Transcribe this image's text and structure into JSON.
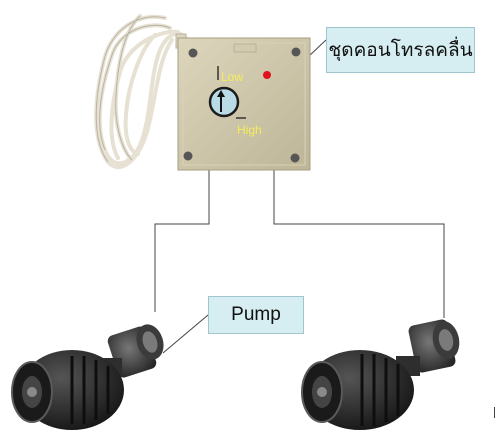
{
  "controller_callout": "ชุดคอนโทรลคลื่น",
  "pump_callout": "Pump",
  "panel": {
    "low_label": "Low",
    "high_label": "High"
  },
  "colors": {
    "callout_fill": "#d6eef1",
    "panel_body": "#cfc7aa",
    "panel_text": "#f4ee5a",
    "led": "#e0121b",
    "dial": "#b8dbe6",
    "wire": "#444444",
    "cord": "#e6e1d2",
    "pump_body": "#2b2b2b"
  },
  "icons": [
    "power-cord-icon",
    "controller-box-icon",
    "dial-icon",
    "led-icon",
    "wave-pump-icon"
  ]
}
